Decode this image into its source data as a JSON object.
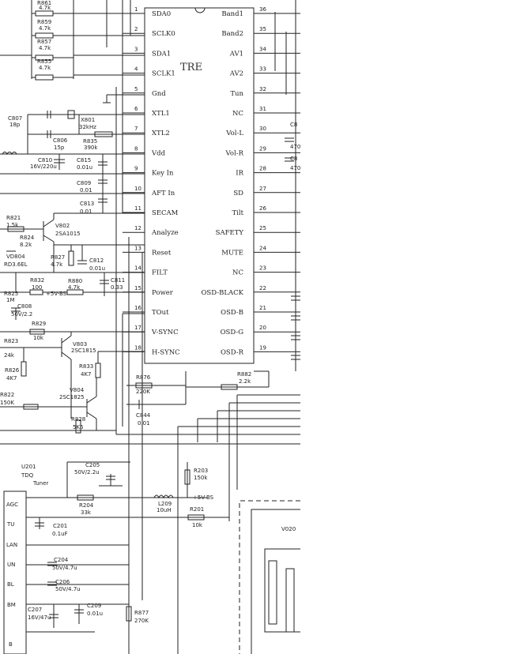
{
  "ic": {
    "overlay_label": "TRE",
    "left_pins": [
      {
        "num": "1",
        "name": "SDA0"
      },
      {
        "num": "2",
        "name": "SCLK0"
      },
      {
        "num": "3",
        "name": "SDA1"
      },
      {
        "num": "4",
        "name": "SCLK1"
      },
      {
        "num": "5",
        "name": "Gnd"
      },
      {
        "num": "6",
        "name": "XTL1"
      },
      {
        "num": "7",
        "name": "XTL2"
      },
      {
        "num": "8",
        "name": "Vdd"
      },
      {
        "num": "9",
        "name": "Key In"
      },
      {
        "num": "10",
        "name": "AFT In"
      },
      {
        "num": "11",
        "name": "SECAM"
      },
      {
        "num": "12",
        "name": "Analyze"
      },
      {
        "num": "13",
        "name": "Reset"
      },
      {
        "num": "14",
        "name": "FILT"
      },
      {
        "num": "15",
        "name": "Power"
      },
      {
        "num": "16",
        "name": "TOut"
      },
      {
        "num": "17",
        "name": "V-SYNC"
      },
      {
        "num": "18",
        "name": "H-SYNC"
      }
    ],
    "right_pins": [
      {
        "num": "36",
        "name": "Band1"
      },
      {
        "num": "35",
        "name": "Band2"
      },
      {
        "num": "34",
        "name": "AV1"
      },
      {
        "num": "33",
        "name": "AV2"
      },
      {
        "num": "32",
        "name": "Tun"
      },
      {
        "num": "31",
        "name": "NC"
      },
      {
        "num": "30",
        "name": "Vol-L"
      },
      {
        "num": "29",
        "name": "Vol-R"
      },
      {
        "num": "28",
        "name": "IR"
      },
      {
        "num": "27",
        "name": "SD"
      },
      {
        "num": "26",
        "name": "Tilt"
      },
      {
        "num": "25",
        "name": "SAFETY"
      },
      {
        "num": "24",
        "name": "MUTE"
      },
      {
        "num": "23",
        "name": "NC"
      },
      {
        "num": "22",
        "name": "OSD-BLACK"
      },
      {
        "num": "21",
        "name": "OSD-B"
      },
      {
        "num": "20",
        "name": "OSD-G"
      },
      {
        "num": "19",
        "name": "OSD-R"
      }
    ]
  },
  "components": {
    "r861": {
      "ref": "R861",
      "val": "4.7k"
    },
    "r859": {
      "ref": "R859",
      "val": "4.7k"
    },
    "r857": {
      "ref": "R857",
      "val": "4.7k"
    },
    "r855": {
      "ref": "R855",
      "val": "4.7k"
    },
    "c807": {
      "ref": "C807",
      "val": "18p"
    },
    "x801": {
      "ref": "X801",
      "val": "32kHz"
    },
    "c806": {
      "ref": "C806",
      "val": "15p"
    },
    "r835": {
      "ref": "R835",
      "val": "390k"
    },
    "c810": {
      "ref": "C810",
      "val": "16V/220u"
    },
    "c815": {
      "ref": "C815",
      "val": "0.01u"
    },
    "c809": {
      "ref": "C809",
      "val": "0.01"
    },
    "c813": {
      "ref": "C813",
      "val": "0.01"
    },
    "r821": {
      "ref": "R821",
      "val": "1.5k"
    },
    "r824": {
      "ref": "R824",
      "val": "8.2k"
    },
    "v802": {
      "ref": "V802",
      "val": "2SA1015"
    },
    "vd804": {
      "ref": "VD804",
      "val": "RD3.6EL"
    },
    "r827": {
      "ref": "R827",
      "val": "4.7k"
    },
    "c812": {
      "ref": "C812",
      "val": "0.01u"
    },
    "r832": {
      "ref": "R832",
      "val": "100"
    },
    "r880": {
      "ref": "R880",
      "val": "4.7k"
    },
    "c811": {
      "ref": "C811",
      "val": "0.33"
    },
    "r825": {
      "ref": "R825",
      "val": "1M"
    },
    "c808": {
      "ref": "C808",
      "val": "50V/2.2"
    },
    "r829": {
      "ref": "R829",
      "val": "10k"
    },
    "r823": {
      "ref": "R823",
      "val": "24k"
    },
    "v803": {
      "ref": "V803",
      "val": "2SC1815"
    },
    "r826": {
      "ref": "R826",
      "val": "4K7"
    },
    "r833": {
      "ref": "R833",
      "val": "4K7"
    },
    "v804": {
      "ref": "V804",
      "val": "2SC1825"
    },
    "r822": {
      "ref": "R822",
      "val": "150K"
    },
    "r828": {
      "ref": "R828",
      "val": "5K6"
    },
    "r876": {
      "ref": "R876",
      "val": "220K"
    },
    "c844": {
      "ref": "C844",
      "val": "0.01"
    },
    "r882": {
      "ref": "R882",
      "val": "2.2k"
    },
    "u201": {
      "ref": "U201",
      "val": "TDQ"
    },
    "c205": {
      "ref": "C205",
      "val": "50V/2.2u"
    },
    "r203": {
      "ref": "R203",
      "val": "150k"
    },
    "r204": {
      "ref": "R204",
      "val": "33k"
    },
    "l209": {
      "ref": "L209",
      "val": "10uH"
    },
    "r201": {
      "ref": "R201",
      "val": "10k"
    },
    "c201": {
      "ref": "C201",
      "val": "0.1uF"
    },
    "c204": {
      "ref": "C204",
      "val": "50V/4.7u"
    },
    "c206": {
      "ref": "C206",
      "val": "50V/4.7u"
    },
    "c207": {
      "ref": "C207",
      "val": "16V/47u"
    },
    "c209": {
      "ref": "C209",
      "val": "0.01u"
    },
    "r877": {
      "ref": "R877",
      "val": "270K"
    }
  },
  "tuner": {
    "title": "Tuner",
    "pins": [
      "AGC",
      "TU",
      "LAN",
      "UN",
      "BL",
      "BM",
      "B"
    ]
  },
  "net_labels": {
    "v5_a": "+5V-BS",
    "v5_b": "+5V-BS"
  },
  "partial": {
    "v020": "V020",
    "c8a": "C8",
    "c8a_val": "470",
    "c8b": "C8",
    "c8b_val": "470"
  }
}
